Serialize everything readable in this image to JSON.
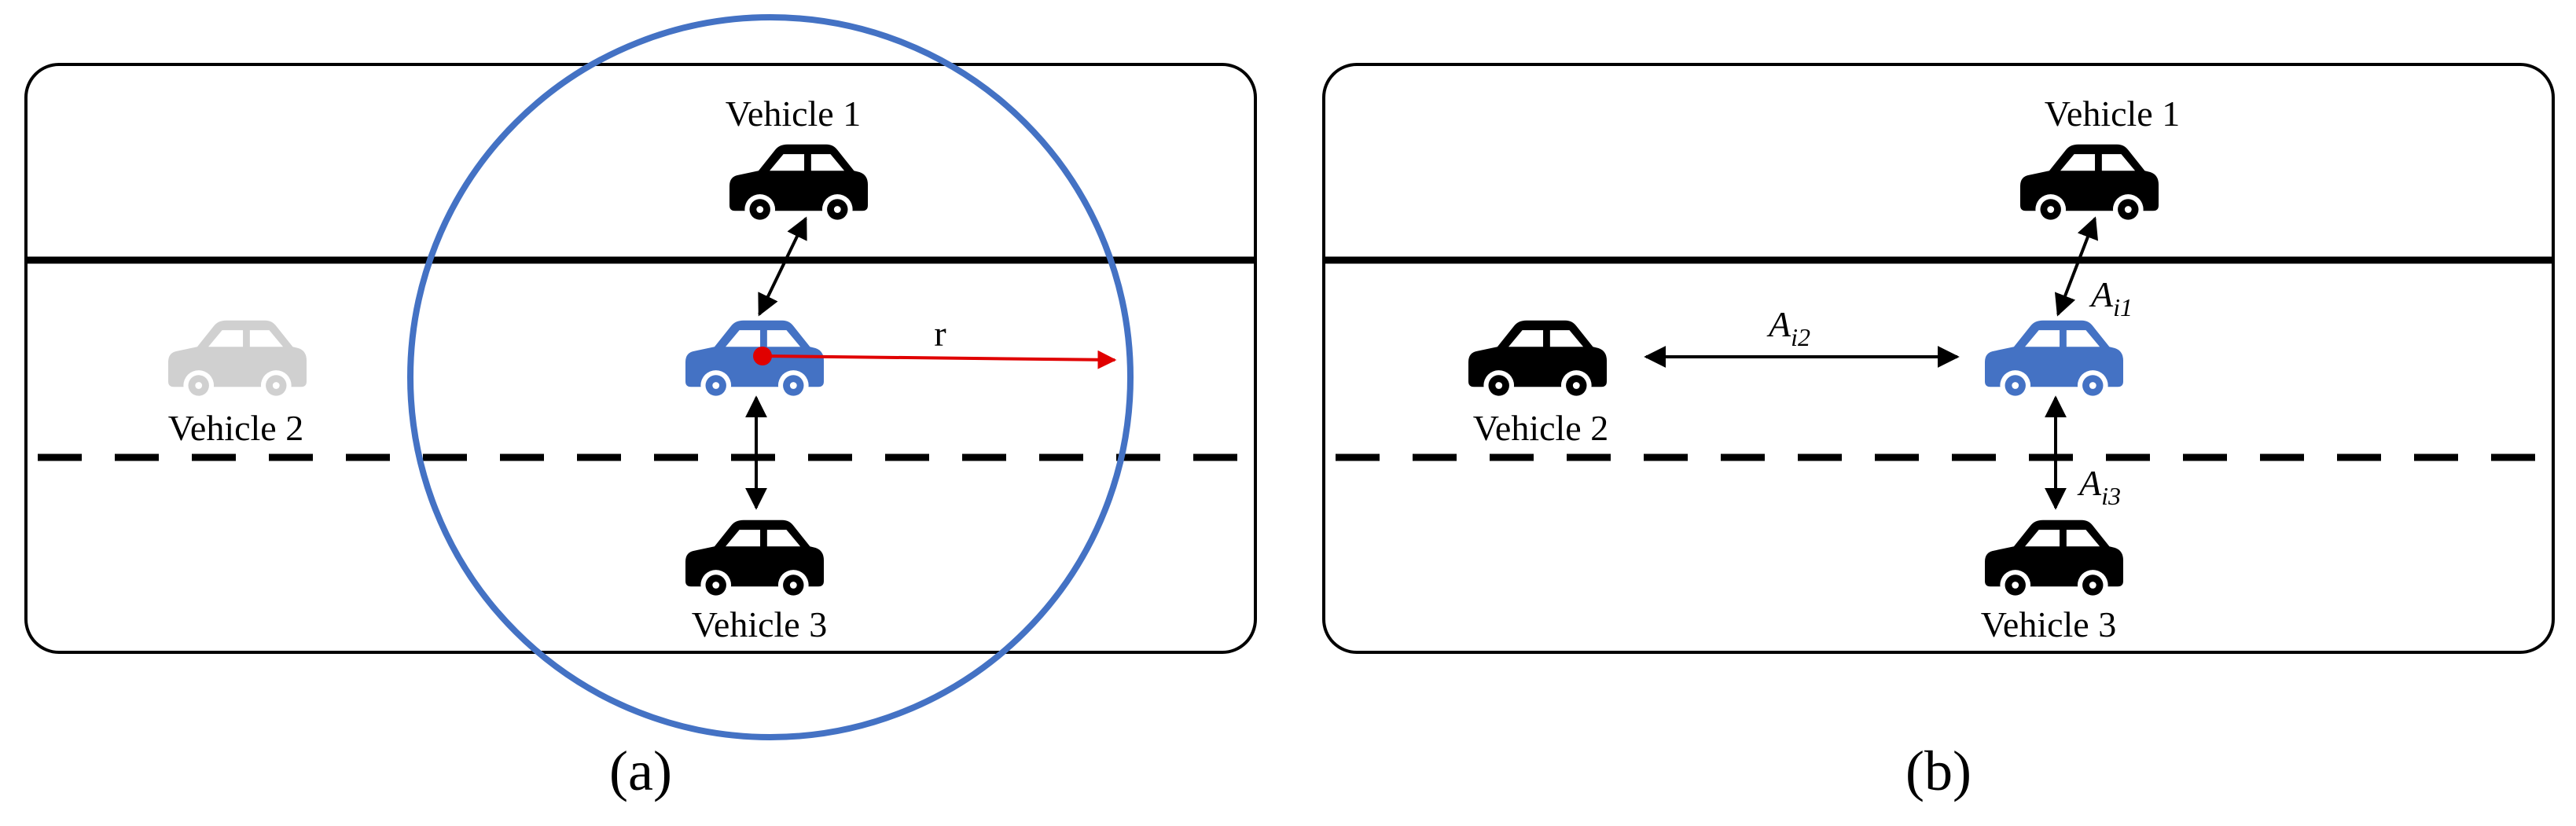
{
  "panels": [
    {
      "id": "a",
      "caption": "(a)",
      "vehicle_labels": [
        "Vehicle 1",
        "Vehicle 2",
        "Vehicle 3"
      ],
      "radius_label": "r",
      "colors": {
        "ego": "#4472C4",
        "neighbor": "#000000",
        "out_of_range": "#D0D0D0",
        "range_circle": "#4472C4",
        "radius": "#E00000"
      }
    },
    {
      "id": "b",
      "caption": "(b)",
      "vehicle_labels": [
        "Vehicle 1",
        "Vehicle 2",
        "Vehicle 3"
      ],
      "edge_labels": [
        {
          "main": "A",
          "sub": "i1"
        },
        {
          "main": "A",
          "sub": "i2"
        },
        {
          "main": "A",
          "sub": "i3"
        }
      ],
      "colors": {
        "ego": "#4472C4",
        "neighbor": "#000000"
      }
    }
  ]
}
